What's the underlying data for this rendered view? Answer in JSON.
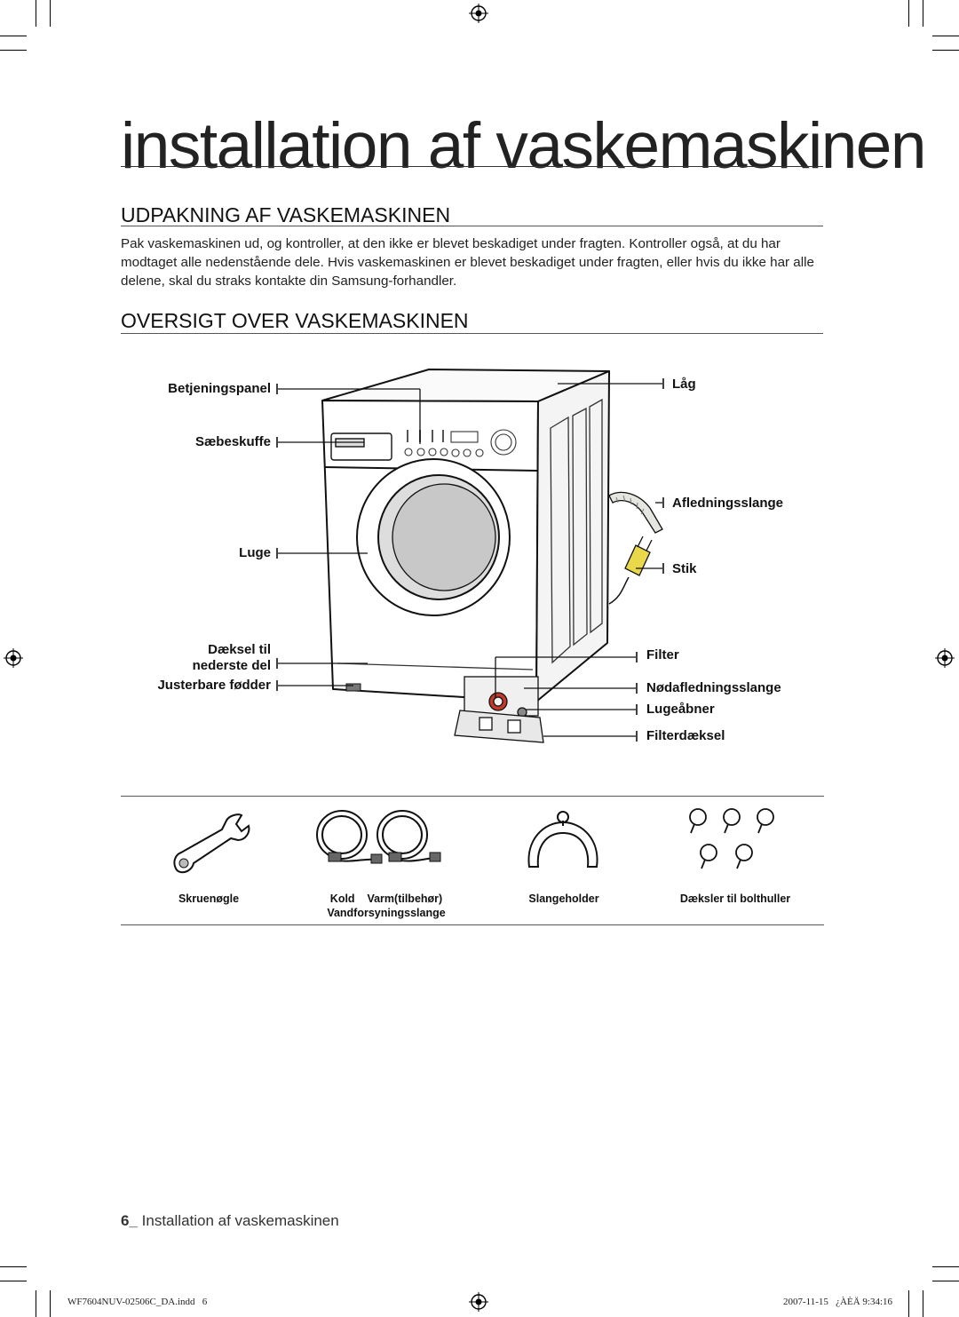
{
  "page": {
    "title": "installation af vaskemaskinen",
    "sections": [
      {
        "heading": "UDPAKNING AF VASKEMASKINEN"
      },
      {
        "heading": "OVERSIGT OVER VASKEMASKINEN"
      }
    ],
    "intro": "Pak vaskemaskinen ud, og kontroller, at den ikke er blevet beskadiget under fragten. Kontroller også, at du har modtaget alle nedenstående dele. Hvis vaskemaskinen er blevet beskadiget under fragten, eller hvis du ikke har alle delene, skal du straks kontakte din Samsung-forhandler."
  },
  "diagram": {
    "left_labels": {
      "control_panel": "Betjeningspanel",
      "detergent_drawer": "Sæbeskuffe",
      "door": "Luge",
      "bottom_cover_line1": "Dæksel til",
      "bottom_cover_line2": "nederste del",
      "adjustable_feet": "Justerbare fødder"
    },
    "right_labels": {
      "lid": "Låg",
      "drain_hose": "Afledningsslange",
      "plug": "Stik",
      "filter": "Filter",
      "emergency_drain": "Nødafledningsslange",
      "door_opener": "Lugeåbner",
      "filter_cover": "Filterdæksel"
    }
  },
  "accessories": {
    "spanner": "Skruenøgle",
    "hoses_top": "Kold    Varm(tilbehør)",
    "hoses_bottom": "Vandforsyningsslange",
    "hose_holder": "Slangeholder",
    "bolt_caps": "Dæksler til bolthuller"
  },
  "footer": {
    "page_number": "6_",
    "title": "Installation af vaskemaskinen"
  },
  "print_info": {
    "file": "WF7604NUV-02506C_DA.indd   6",
    "timestamp": "2007-11-15   ¿ÀÈÄ 9:34:16"
  },
  "colors": {
    "text": "#111111",
    "plug_yellow": "#e8d84a",
    "filter_red": "#c0392b"
  }
}
